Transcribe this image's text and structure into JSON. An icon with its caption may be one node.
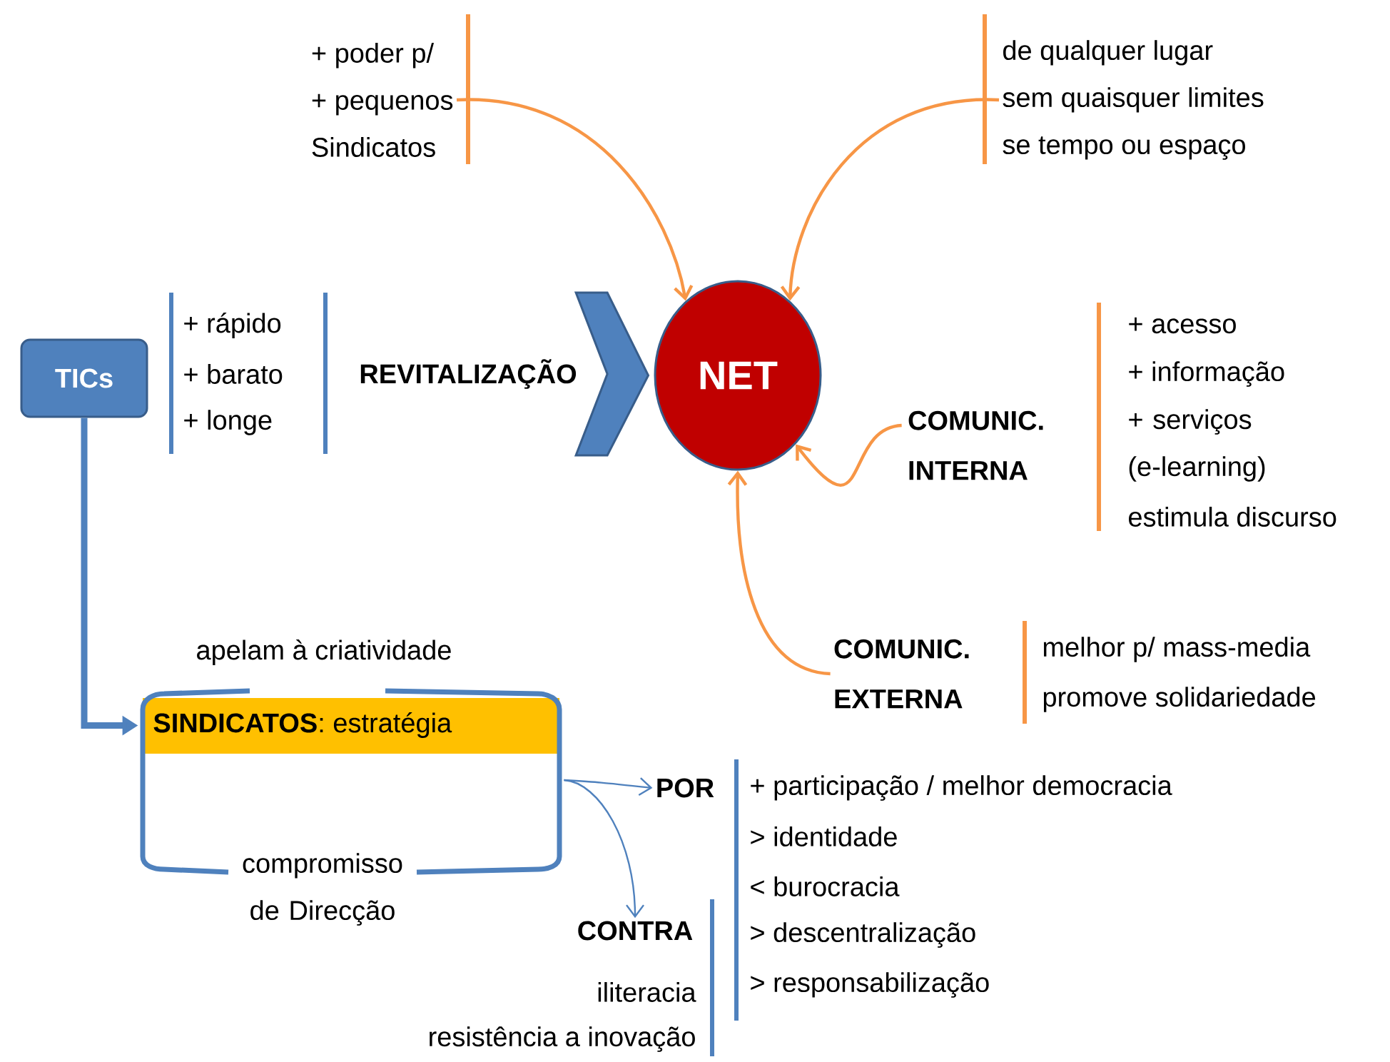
{
  "diagram": {
    "nodes": [
      {
        "text": [
          "TICs"
        ]
      },
      {
        "text": [
          "NET"
        ]
      },
      {
        "text": [
          "+ poder p/",
          "+ pequenos",
          "Sindicatos"
        ]
      },
      {
        "text": [
          "de qualquer lugar",
          "sem quaisquer limites",
          "se tempo ou espaço"
        ]
      },
      {
        "text": [
          "COMUNIC. INTERNA"
        ],
        "beside": [
          "+ acesso",
          "+ informação",
          "+ serviços (e-learning)",
          "estimula discurso"
        ]
      },
      {
        "text": [
          "COMUNIC. EXTERNA"
        ],
        "beside": [
          "melhor p/ mass-media",
          "promove solidariedade"
        ]
      },
      {
        "text": [
          "apelam à criatividade",
          "**SINDICATOS**: estratégia",
          "compromisso de Direcção"
        ]
      },
      {
        "text": [
          "POR"
        ],
        "beside": [
          "+ participação / melhor democracia",
          "> identidade",
          "< burocracia",
          "> descentralização",
          "> responsabilização"
        ]
      },
      {
        "text": [
          "CONTRA"
        ],
        "beside": [
          "iliteracia",
          "resistência a inovação"
        ]
      },
      {
        "text": [
          "REVITALIZAÇÃO"
        ]
      }
    ],
    "edges": [
      {
        "from": 9,
        "to": 1,
        "arrow": "to",
        "style": "thick",
        "color": "#4f81bd"
      },
      {
        "from": 2,
        "to": 1,
        "arrow": "to"
      },
      {
        "from": 3,
        "to": 1,
        "arrow": "to"
      },
      {
        "from": 4,
        "to": 1,
        "arrow": "to"
      },
      {
        "from": 5,
        "to": 1,
        "arrow": "to"
      },
      {
        "from": 0,
        "to": 6,
        "arrow": "to",
        "style": "thick",
        "color": "#4f81bd"
      },
      {
        "from": 6,
        "to": 7,
        "arrow": "to",
        "color": "#4f81bd"
      },
      {
        "from": 6,
        "to": 8,
        "arrow": "to",
        "color": "#4f81bd"
      }
    ],
    "labels": [
      "+ rápido",
      "+ barato",
      "+ longe"
    ]
  }
}
